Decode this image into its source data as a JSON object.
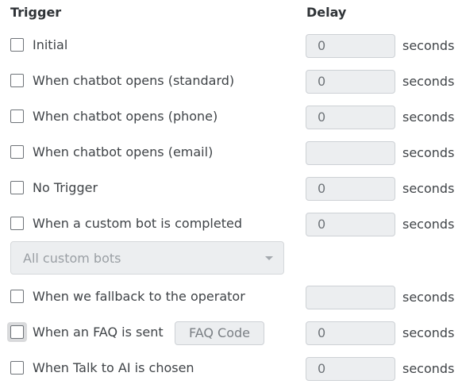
{
  "headers": {
    "trigger": "Trigger",
    "delay": "Delay"
  },
  "rows": [
    {
      "label": "Initial",
      "checked": false,
      "delay": "0",
      "unit": "seconds"
    },
    {
      "label": "When chatbot opens (standard)",
      "checked": false,
      "delay": "0",
      "unit": "seconds"
    },
    {
      "label": "When chatbot opens (phone)",
      "checked": false,
      "delay": "0",
      "unit": "seconds"
    },
    {
      "label": "When chatbot opens (email)",
      "checked": false,
      "delay": "",
      "unit": "seconds"
    },
    {
      "label": "No Trigger",
      "checked": false,
      "delay": "0",
      "unit": "seconds"
    },
    {
      "label": "When a custom bot is completed",
      "checked": false,
      "delay": "0",
      "unit": "seconds"
    },
    {
      "label": "When we fallback to the operator",
      "checked": false,
      "delay": "",
      "unit": "seconds"
    },
    {
      "label": "When an FAQ is sent",
      "checked": false,
      "delay": "0",
      "unit": "seconds",
      "faq_code_placeholder": "FAQ Code"
    },
    {
      "label": "When Talk to AI is chosen",
      "checked": false,
      "delay": "0",
      "unit": "seconds"
    }
  ],
  "custom_bot_select": {
    "value": "All custom bots"
  },
  "icons": {
    "dropdown": "chevron-down-icon"
  }
}
